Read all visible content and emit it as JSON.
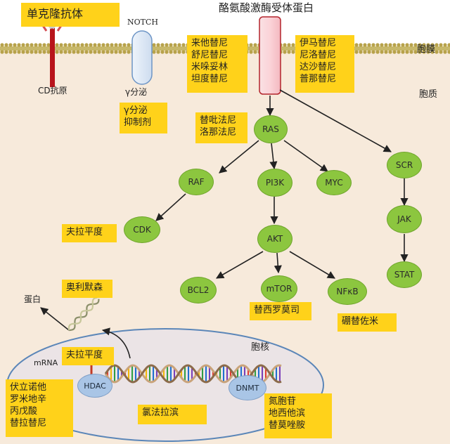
{
  "labels": {
    "receptor": "酪氨酸激酶受体蛋白",
    "notch": "NOTCH",
    "membrane": "胞膜",
    "cytoplasm": "胞质",
    "nucleus": "胞核",
    "cd_antigen": "CD抗原",
    "gamma_secretase": "γ分泌",
    "protein": "蛋白",
    "mrna": "mRNA"
  },
  "drug_boxes": {
    "monoclonal": [
      "单克隆抗体"
    ],
    "gamma_inhibitor": [
      "γ分泌",
      "抑制剂"
    ],
    "tki_left": [
      "来他替尼",
      "舒尼替尼",
      "米哚妥林",
      "坦度替尼"
    ],
    "tki_right": [
      "伊马替尼",
      "尼洛替尼",
      "达沙替尼",
      "普那替尼"
    ],
    "farnesyl": [
      "替吡法尼",
      "洛那法尼"
    ],
    "flavopiridol_cdk": [
      "夫拉平度"
    ],
    "oblimersen": [
      "奥利默森"
    ],
    "flavopiridol_nuc": [
      "夫拉平度"
    ],
    "temsirolimus": [
      "替西罗莫司"
    ],
    "bortezomib": [
      "硼替佐米"
    ],
    "hdac_inhibitors": [
      "伏立诺他",
      "罗米地辛",
      "丙戊酸",
      "替拉替尼"
    ],
    "clofarabine": [
      "氯法拉滨"
    ],
    "dnmt_inhibitors": [
      "氮胞苷",
      "地西他滨",
      "替莫唑胺"
    ]
  },
  "nodes": {
    "ras": "RAS",
    "raf": "RAF",
    "pi3k": "PI3K",
    "myc": "MYC",
    "cdk": "CDK",
    "akt": "AKT",
    "bcl2": "BCL2",
    "mtor": "mTOR",
    "nfkb": "NFκB",
    "scr": "SCR",
    "jak": "JAK",
    "stat": "STAT"
  },
  "enzymes": {
    "hdac": "HDAC",
    "dnmt": "DNMT"
  },
  "colors": {
    "node_fill": "#8cc63f",
    "drug_box": "#ffd21a",
    "cytoplasm": "#f7eadb",
    "receptor": "#f7cfd4",
    "enzyme": "#a9c5e6"
  }
}
